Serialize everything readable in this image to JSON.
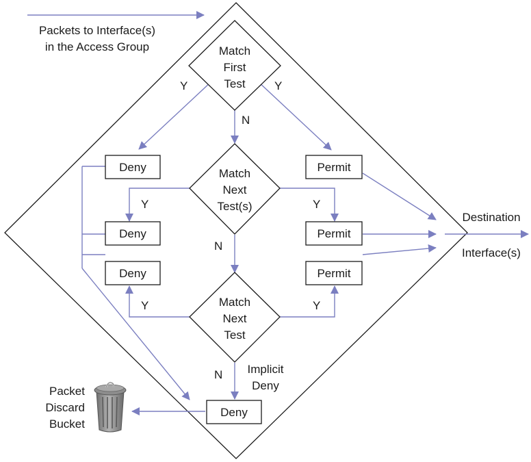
{
  "colors": {
    "arrow": "#7b7fc0",
    "outline": "#1a1a1a",
    "bin_body": "#8c8c8c",
    "bin_dark": "#5e5e5e"
  },
  "labels": {
    "input": [
      "Packets to Interface(s)",
      "in the Access Group"
    ],
    "destination_top": "Destination",
    "destination_bottom": "Interface(s)",
    "bucket": [
      "Packet",
      "Discard",
      "Bucket"
    ],
    "implicit": [
      "Implicit",
      "Deny"
    ],
    "yes": "Y",
    "no": "N"
  },
  "decisions": {
    "first": [
      "Match",
      "First",
      "Test"
    ],
    "next_1": [
      "Match",
      "Next",
      "Test(s)"
    ],
    "next_2": [
      "Match",
      "Next",
      "Test"
    ]
  },
  "actions": {
    "deny": "Deny",
    "permit": "Permit"
  },
  "icons": {
    "bucket": "trash-can-icon"
  }
}
